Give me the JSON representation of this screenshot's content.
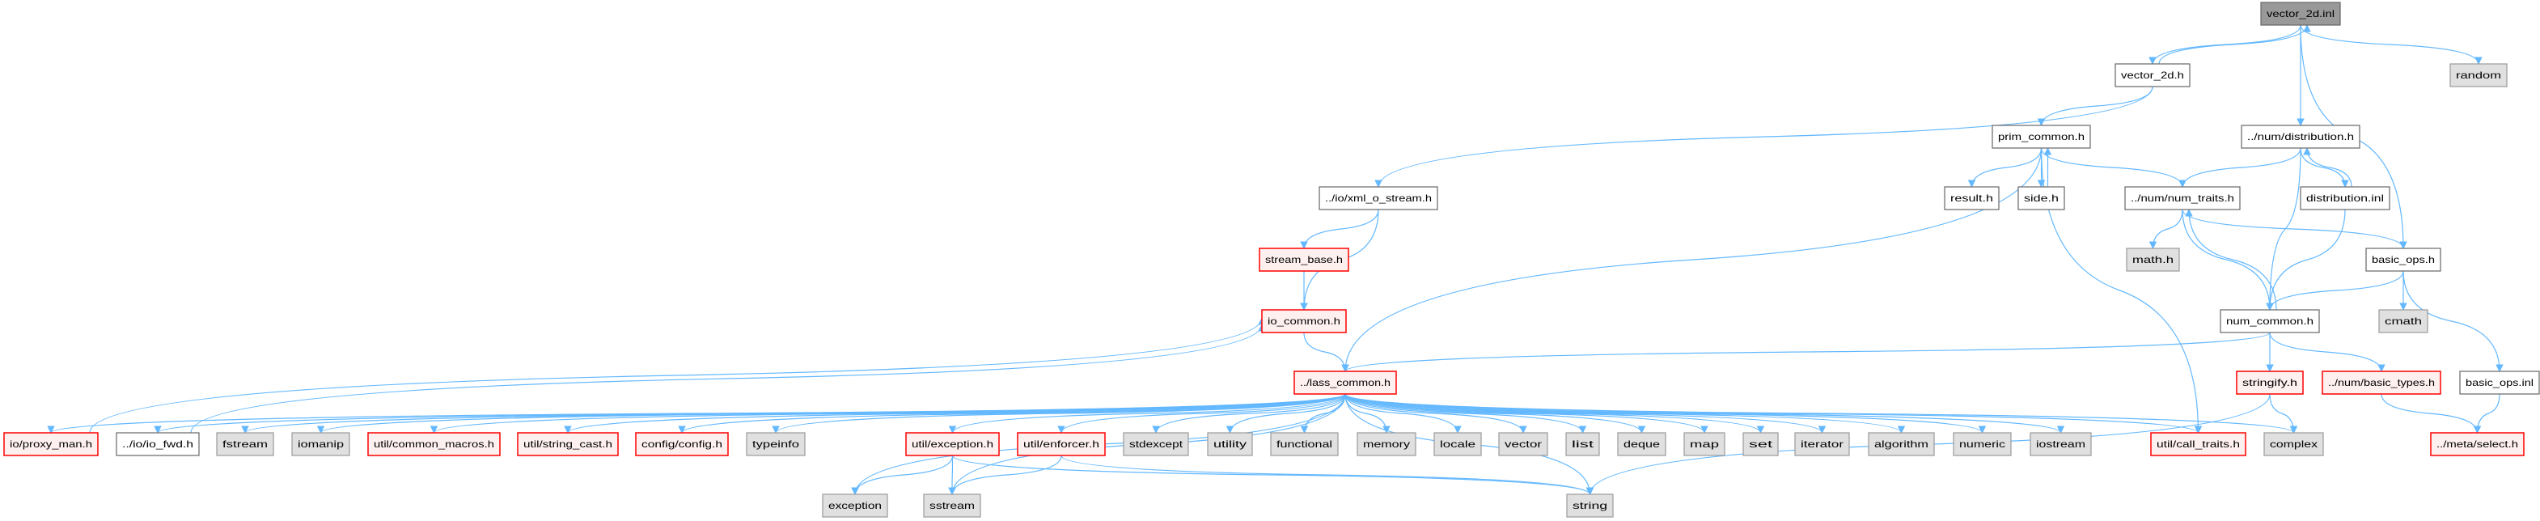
{
  "colors": {
    "edge": "#63b8ff",
    "main_fill": "#999999",
    "main_stroke": "#666666",
    "normal_fill": "#ffffff",
    "normal_stroke": "#666666",
    "red_fill": "#fff0f0",
    "red_stroke": "#ff0000",
    "gray_fill": "#e0e0e0",
    "gray_stroke": "#999999"
  },
  "nodes": [
    {
      "id": "vector_2d_inl",
      "label": "vector_2d.inl",
      "kind": "main"
    },
    {
      "id": "vector_2d_h",
      "label": "vector_2d.h",
      "kind": "normal"
    },
    {
      "id": "random",
      "label": "random",
      "kind": "gray"
    },
    {
      "id": "prim_common",
      "label": "prim_common.h",
      "kind": "normal"
    },
    {
      "id": "distribution_h",
      "label": "../num/distribution.h",
      "kind": "normal"
    },
    {
      "id": "xml_o_stream",
      "label": "../io/xml_o_stream.h",
      "kind": "normal"
    },
    {
      "id": "result_h",
      "label": "result.h",
      "kind": "normal"
    },
    {
      "id": "side_h",
      "label": "side.h",
      "kind": "normal"
    },
    {
      "id": "num_traits",
      "label": "../num/num_traits.h",
      "kind": "normal"
    },
    {
      "id": "distribution_inl",
      "label": "distribution.inl",
      "kind": "normal"
    },
    {
      "id": "stream_base",
      "label": "stream_base.h",
      "kind": "red"
    },
    {
      "id": "math_h",
      "label": "math.h",
      "kind": "gray"
    },
    {
      "id": "basic_ops_h",
      "label": "basic_ops.h",
      "kind": "normal"
    },
    {
      "id": "io_common",
      "label": "io_common.h",
      "kind": "red"
    },
    {
      "id": "num_common",
      "label": "num_common.h",
      "kind": "normal"
    },
    {
      "id": "cmath",
      "label": "cmath",
      "kind": "gray"
    },
    {
      "id": "lass_common",
      "label": "../lass_common.h",
      "kind": "red"
    },
    {
      "id": "stringify",
      "label": "stringify.h",
      "kind": "red"
    },
    {
      "id": "basic_types",
      "label": "../num/basic_types.h",
      "kind": "red"
    },
    {
      "id": "basic_ops_inl",
      "label": "basic_ops.inl",
      "kind": "normal"
    },
    {
      "id": "proxy_man",
      "label": "io/proxy_man.h",
      "kind": "red"
    },
    {
      "id": "io_fwd",
      "label": "../io/io_fwd.h",
      "kind": "normal"
    },
    {
      "id": "fstream",
      "label": "fstream",
      "kind": "gray"
    },
    {
      "id": "iomanip",
      "label": "iomanip",
      "kind": "gray"
    },
    {
      "id": "common_macros",
      "label": "util/common_macros.h",
      "kind": "red"
    },
    {
      "id": "string_cast",
      "label": "util/string_cast.h",
      "kind": "red"
    },
    {
      "id": "config",
      "label": "config/config.h",
      "kind": "red"
    },
    {
      "id": "typeinfo",
      "label": "typeinfo",
      "kind": "gray"
    },
    {
      "id": "util_exception",
      "label": "util/exception.h",
      "kind": "red"
    },
    {
      "id": "enforcer",
      "label": "util/enforcer.h",
      "kind": "red"
    },
    {
      "id": "stdexcept",
      "label": "stdexcept",
      "kind": "gray"
    },
    {
      "id": "utility",
      "label": "utility",
      "kind": "gray"
    },
    {
      "id": "functional",
      "label": "functional",
      "kind": "gray"
    },
    {
      "id": "memory",
      "label": "memory",
      "kind": "gray"
    },
    {
      "id": "locale",
      "label": "locale",
      "kind": "gray"
    },
    {
      "id": "vector",
      "label": "vector",
      "kind": "gray"
    },
    {
      "id": "list",
      "label": "list",
      "kind": "gray"
    },
    {
      "id": "deque",
      "label": "deque",
      "kind": "gray"
    },
    {
      "id": "map",
      "label": "map",
      "kind": "gray"
    },
    {
      "id": "set",
      "label": "set",
      "kind": "gray"
    },
    {
      "id": "iterator",
      "label": "iterator",
      "kind": "gray"
    },
    {
      "id": "algorithm",
      "label": "algorithm",
      "kind": "gray"
    },
    {
      "id": "numeric",
      "label": "numeric",
      "kind": "gray"
    },
    {
      "id": "iostream",
      "label": "iostream",
      "kind": "gray"
    },
    {
      "id": "call_traits",
      "label": "util/call_traits.h",
      "kind": "red"
    },
    {
      "id": "complex",
      "label": "complex",
      "kind": "gray"
    },
    {
      "id": "select",
      "label": "../meta/select.h",
      "kind": "red"
    },
    {
      "id": "exception",
      "label": "exception",
      "kind": "gray"
    },
    {
      "id": "sstream",
      "label": "sstream",
      "kind": "gray"
    },
    {
      "id": "string",
      "label": "string",
      "kind": "gray"
    }
  ],
  "edges": [
    [
      "vector_2d_inl",
      "vector_2d_h"
    ],
    [
      "vector_2d_h",
      "vector_2d_inl"
    ],
    [
      "vector_2d_inl",
      "distribution_h"
    ],
    [
      "vector_2d_inl",
      "basic_ops_h"
    ],
    [
      "vector_2d_inl",
      "random"
    ],
    [
      "vector_2d_h",
      "prim_common"
    ],
    [
      "vector_2d_h",
      "xml_o_stream"
    ],
    [
      "prim_common",
      "lass_common"
    ],
    [
      "prim_common",
      "result_h"
    ],
    [
      "prim_common",
      "side_h"
    ],
    [
      "side_h",
      "prim_common"
    ],
    [
      "prim_common",
      "num_traits"
    ],
    [
      "prim_common",
      "call_traits"
    ],
    [
      "xml_o_stream",
      "stream_base"
    ],
    [
      "xml_o_stream",
      "io_common"
    ],
    [
      "stream_base",
      "io_common"
    ],
    [
      "io_common",
      "lass_common"
    ],
    [
      "distribution_h",
      "num_traits"
    ],
    [
      "distribution_h",
      "num_common"
    ],
    [
      "distribution_h",
      "distribution_inl"
    ],
    [
      "distribution_inl",
      "distribution_h"
    ],
    [
      "distribution_inl",
      "num_common"
    ],
    [
      "num_traits",
      "math_h"
    ],
    [
      "num_traits",
      "basic_ops_h"
    ],
    [
      "num_traits",
      "num_common"
    ],
    [
      "num_common",
      "num_traits"
    ],
    [
      "basic_ops_h",
      "num_common"
    ],
    [
      "basic_ops_h",
      "cmath"
    ],
    [
      "basic_ops_h",
      "basic_ops_inl"
    ],
    [
      "num_common",
      "lass_common"
    ],
    [
      "num_common",
      "stringify"
    ],
    [
      "num_common",
      "basic_types"
    ],
    [
      "stringify",
      "complex"
    ],
    [
      "stringify",
      "string"
    ],
    [
      "basic_types",
      "select"
    ],
    [
      "basic_ops_inl",
      "select"
    ],
    [
      "lass_common",
      "proxy_man"
    ],
    [
      "lass_common",
      "io_fwd"
    ],
    [
      "lass_common",
      "fstream"
    ],
    [
      "lass_common",
      "iomanip"
    ],
    [
      "lass_common",
      "common_macros"
    ],
    [
      "lass_common",
      "string_cast"
    ],
    [
      "lass_common",
      "config"
    ],
    [
      "lass_common",
      "typeinfo"
    ],
    [
      "lass_common",
      "exception"
    ],
    [
      "lass_common",
      "sstream"
    ],
    [
      "lass_common",
      "util_exception"
    ],
    [
      "lass_common",
      "enforcer"
    ],
    [
      "lass_common",
      "stdexcept"
    ],
    [
      "lass_common",
      "utility"
    ],
    [
      "lass_common",
      "functional"
    ],
    [
      "lass_common",
      "memory"
    ],
    [
      "lass_common",
      "locale"
    ],
    [
      "lass_common",
      "vector"
    ],
    [
      "lass_common",
      "list"
    ],
    [
      "lass_common",
      "deque"
    ],
    [
      "lass_common",
      "map"
    ],
    [
      "lass_common",
      "set"
    ],
    [
      "lass_common",
      "iterator"
    ],
    [
      "lass_common",
      "algorithm"
    ],
    [
      "lass_common",
      "numeric"
    ],
    [
      "lass_common",
      "iostream"
    ],
    [
      "lass_common",
      "call_traits"
    ],
    [
      "lass_common",
      "complex"
    ],
    [
      "lass_common",
      "string"
    ],
    [
      "proxy_man",
      "io_common"
    ],
    [
      "io_fwd",
      "io_common"
    ],
    [
      "util_exception",
      "exception"
    ],
    [
      "util_exception",
      "sstream"
    ],
    [
      "util_exception",
      "string"
    ],
    [
      "enforcer",
      "sstream"
    ],
    [
      "enforcer",
      "string"
    ]
  ]
}
